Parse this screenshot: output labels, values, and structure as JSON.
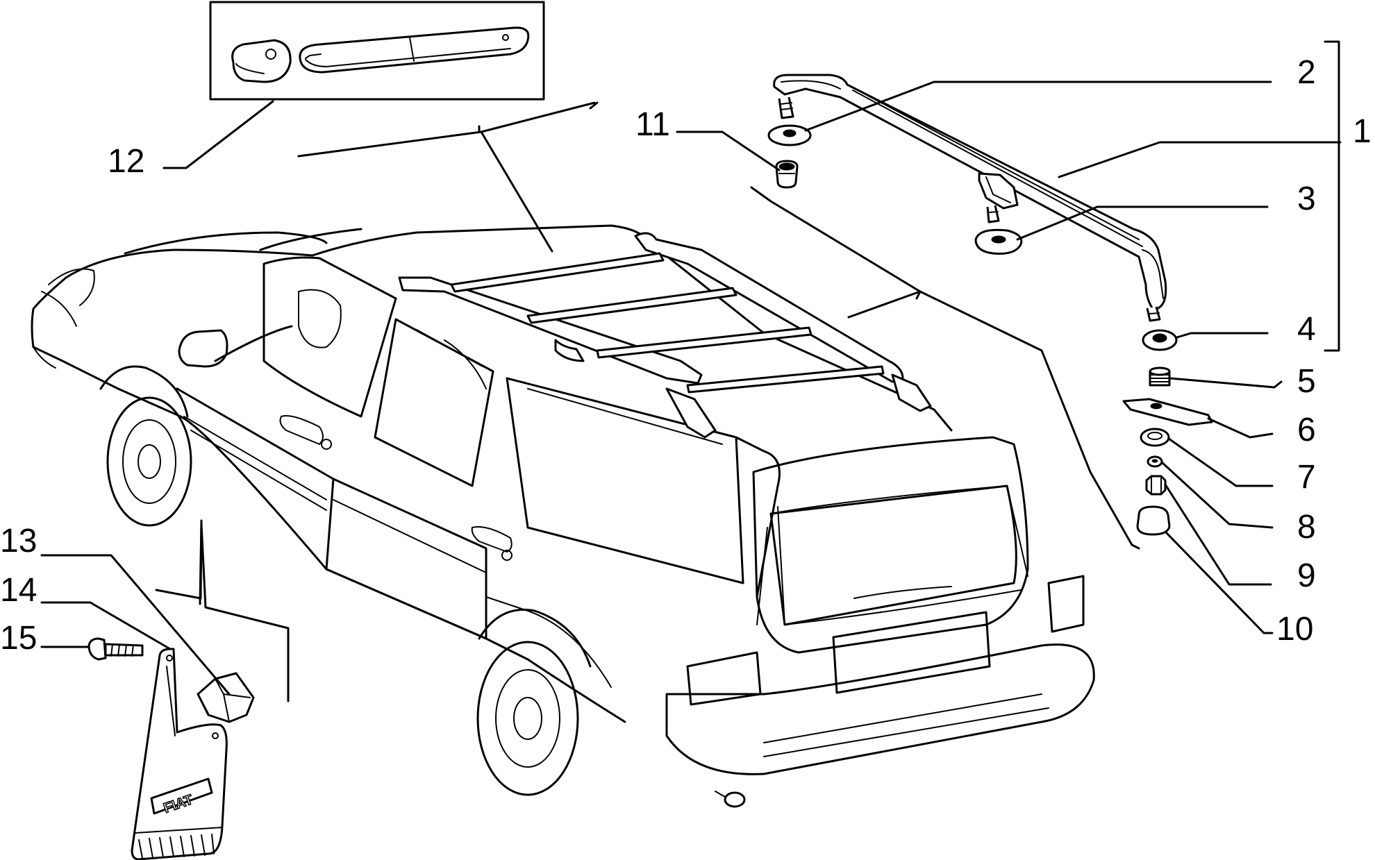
{
  "callouts": {
    "c1": "1",
    "c2": "2",
    "c3": "3",
    "c4": "4",
    "c5": "5",
    "c6": "6",
    "c7": "7",
    "c8": "8",
    "c9": "9",
    "c10": "10",
    "c11": "11",
    "c12": "12",
    "c13": "13",
    "c14": "14",
    "c15": "15"
  },
  "mudflap": {
    "badge_text": "FIAT"
  }
}
